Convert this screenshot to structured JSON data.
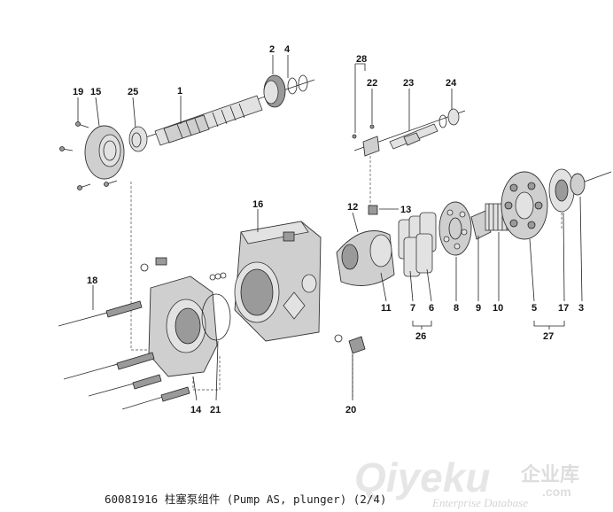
{
  "callouts": {
    "n19": "19",
    "n15": "15",
    "n25": "25",
    "n1": "1",
    "n2": "2",
    "n4": "4",
    "n28": "28",
    "n22": "22",
    "n23": "23",
    "n24": "24",
    "n12": "12",
    "n13": "13",
    "n16": "16",
    "n18": "18",
    "n11": "11",
    "n7": "7",
    "n6": "6",
    "n26": "26",
    "n8": "8",
    "n9": "9",
    "n10": "10",
    "n5": "5",
    "n17": "17",
    "n3": "3",
    "n27": "27",
    "n14": "14",
    "n21": "21",
    "n20": "20"
  },
  "caption": "60081916 柱塞泵组件 (Pump AS, plunger) (2/4)",
  "watermark": {
    "brand": "Qiyeku",
    "cn": "企业库",
    "dotcom": ".com",
    "sub": "Enterprise Database",
    "brand_color": "#e0e0e0",
    "accent_color": "#d8d8d8"
  }
}
